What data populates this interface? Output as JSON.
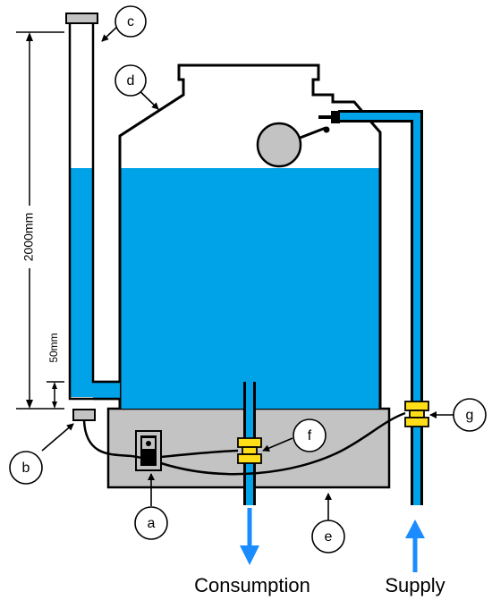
{
  "colors": {
    "water": "#00a2e8",
    "base": "#c3c3c3",
    "float": "#c3c3c3",
    "fitting": "#ffde17",
    "arrow": "#1a8cff",
    "outline": "#000000"
  },
  "dimensions": {
    "total": "2000mm",
    "offset": "50mm"
  },
  "flows": {
    "consumption": "Consumption",
    "supply": "Supply"
  },
  "callouts": {
    "a": "a",
    "b": "b",
    "c": "c",
    "d": "d",
    "e": "e",
    "f": "f",
    "g": "g"
  }
}
